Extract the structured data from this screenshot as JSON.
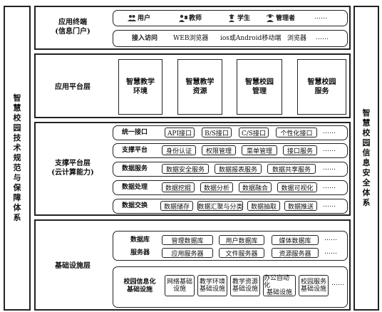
{
  "left_panel": {
    "chars": [
      "智",
      "慧",
      "校",
      "园",
      "技",
      "术",
      "规",
      "范",
      "与",
      "保",
      "障",
      "体",
      "系"
    ]
  },
  "right_panel": {
    "chars": [
      "智",
      "慧",
      "校",
      "园",
      "信",
      "息",
      "安",
      "全",
      "体",
      "系"
    ]
  },
  "terminal_layer": {
    "title_line1": "应用终端",
    "title_line2": "(信息门户)",
    "users": [
      {
        "icon": "users-icon",
        "label": "用户"
      },
      {
        "icon": "teacher-icon",
        "label": "教师"
      },
      {
        "icon": "student-icon",
        "label": "学生"
      },
      {
        "icon": "admin-icon",
        "label": "管理者"
      }
    ],
    "users_more": "……",
    "access": [
      "接入访问",
      "WEB浏览器",
      "ios或Android移动端",
      "浏览器"
    ],
    "access_more": "……"
  },
  "app_layer": {
    "title": "应用平台层",
    "modules": [
      {
        "line1": "智慧教学",
        "line2": "环境"
      },
      {
        "line1": "智慧教学",
        "line2": "资源"
      },
      {
        "line1": "智慧校园",
        "line2": "管理"
      },
      {
        "line1": "智慧校园",
        "line2": "服务"
      }
    ]
  },
  "support_layer": {
    "title_line1": "支撑平台层",
    "title_line2": "(云计算能力)",
    "rows": [
      {
        "label": "统一接口",
        "items": [
          "API接口",
          "B/S接口",
          "C/S接口",
          "个性化接口"
        ],
        "more": "……"
      },
      {
        "label": "支撑平台",
        "items": [
          "身份认证",
          "权限管理",
          "菜单管理",
          "接口服务"
        ],
        "more": "……"
      },
      {
        "label": "数据服务",
        "items": [
          "数据安全服务",
          "数据报表服务",
          "数据共享服务"
        ],
        "more": "……"
      },
      {
        "label": "数据处理",
        "items": [
          "数据挖掘",
          "数据分析",
          "数据融合",
          "数据可视化"
        ],
        "more": "……"
      },
      {
        "label": "数据交换",
        "items": [
          "数据储存",
          "数据汇聚与分类",
          "数据抽取",
          "数据推送"
        ],
        "more": "……"
      }
    ]
  },
  "infra_layer": {
    "title": "基础设施层",
    "db_label": "数据库",
    "db_items": [
      "管理数据库",
      "用户数据库",
      "媒体数据库"
    ],
    "db_more": "……",
    "server_label": "服务器",
    "server_items": [
      "应用服务器",
      "文件服务器",
      "资源服务器"
    ],
    "server_more": "……",
    "facility_label_line1": "校园信息化",
    "facility_label_line2": "基础设施",
    "facilities": [
      {
        "line1": "网络基础",
        "line2": "设施"
      },
      {
        "line1": "教学环境",
        "line2": "基础设施"
      },
      {
        "line1": "教学资源",
        "line2": "基础设施"
      },
      {
        "line1": "办公自动化",
        "line2": "基础设施"
      },
      {
        "line1": "校园服务",
        "line2": "基础设施"
      }
    ],
    "facility_more": "……"
  }
}
